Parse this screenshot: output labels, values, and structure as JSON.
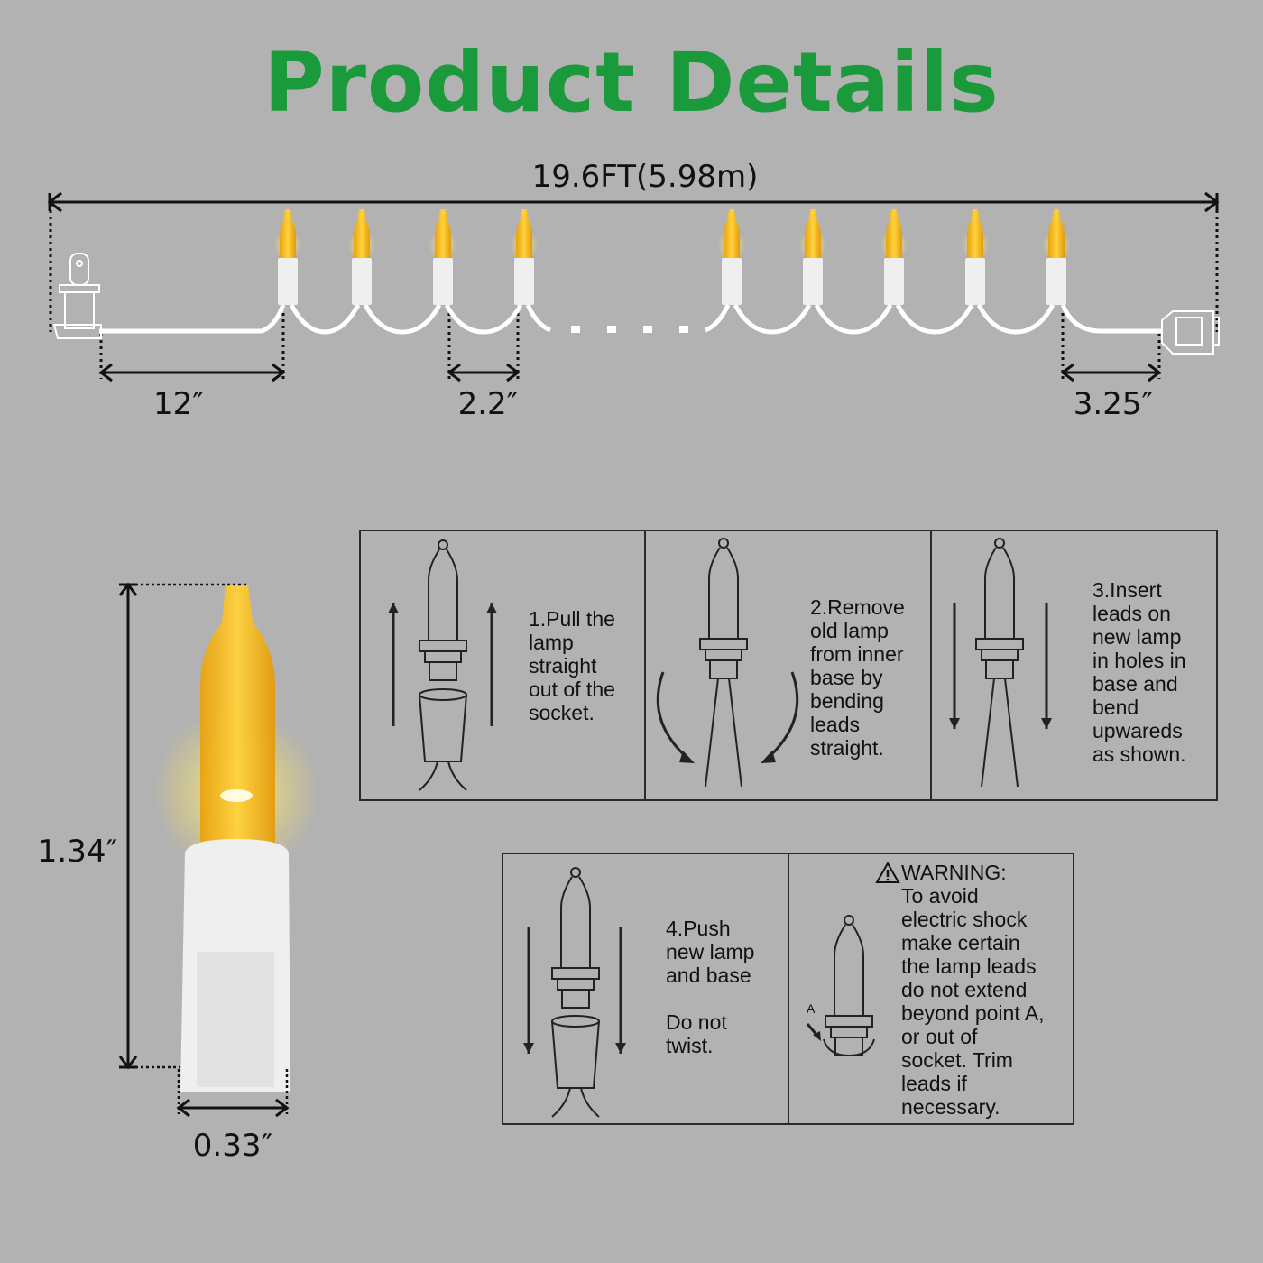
{
  "title": "Product Details",
  "dimensions": {
    "total_length": "19.6FT(5.98m)",
    "lead_length": "12″",
    "bulb_spacing": "2.2″",
    "end_length": "3.25″",
    "bulb_height": "1.34″",
    "bulb_width": "0.33″"
  },
  "steps": [
    {
      "text": "1.Pull the\nlamp\nstraight\nout of the\nsocket."
    },
    {
      "text": "2.Remove\nold lamp\nfrom inner\nbase by\nbending\nleads\nstraight."
    },
    {
      "text": "3.Insert\nleads on\nnew lamp\nin holes in\nbase and\nbend\nupwareds\nas shown."
    },
    {
      "text": "4.Push\nnew lamp\nand base\n\nDo not\ntwist."
    }
  ],
  "warning": {
    "heading": "WARNING:",
    "text": "To avoid\nelectric shock\nmake certain\nthe lamp leads\ndo not extend\nbeyond point A,\nor out of\nsocket. Trim\nleads if\nnecessary.",
    "point_label": "A"
  },
  "colors": {
    "title": "#1b9a3c",
    "bulb": "#f2b41c",
    "background": "#b2b2b2"
  }
}
